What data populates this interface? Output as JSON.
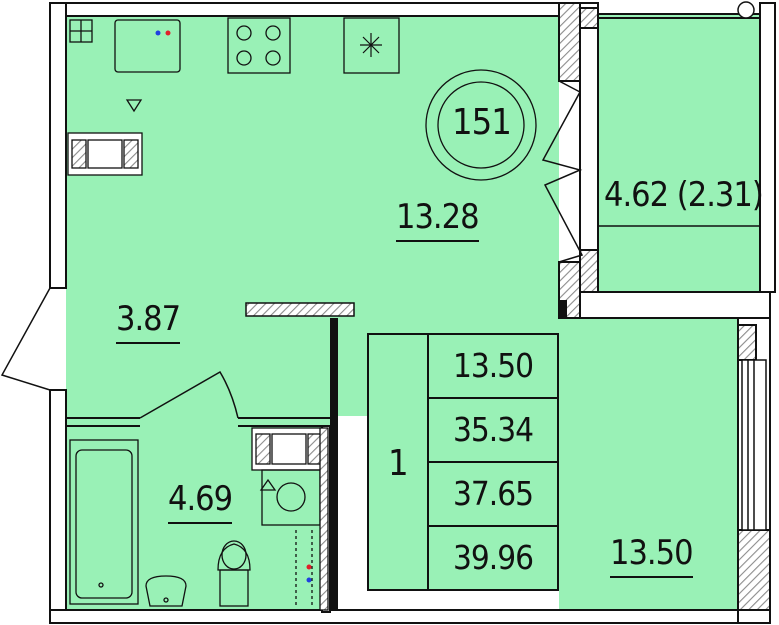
{
  "plan": {
    "apartment_number": "151",
    "rooms": {
      "living_kitchen": "13.28",
      "hall": "3.87",
      "bathroom": "4.69",
      "balcony": "4.62 (2.31)",
      "bedroom": "13.50"
    },
    "summary": {
      "room_count": "1",
      "values": [
        "13.50",
        "35.34",
        "37.65",
        "39.96"
      ]
    }
  },
  "colors": {
    "fill": "#99f1b6",
    "wall": "#111111",
    "hatch": "#8c8c8c",
    "hot": "#e0202a",
    "cold": "#2040e0"
  }
}
